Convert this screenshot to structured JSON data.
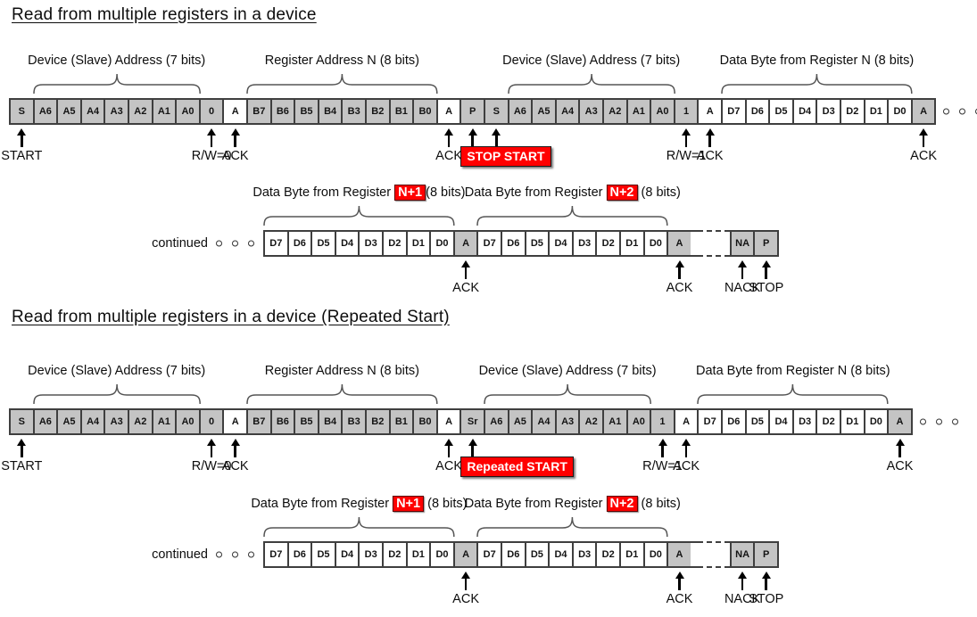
{
  "colors": {
    "cell_fill_gray": "#c4c4c4",
    "cell_fill_white": "#ffffff",
    "cell_border": "#3f3f3f",
    "red": "#ff0000",
    "red_text": "#ffffff",
    "brace": "#555555"
  },
  "sections": [
    {
      "title": "Read from multiple registers in a device",
      "main_row": {
        "cells": [
          {
            "t": "S",
            "f": "g"
          },
          {
            "t": "A6",
            "f": "g"
          },
          {
            "t": "A5",
            "f": "g"
          },
          {
            "t": "A4",
            "f": "g"
          },
          {
            "t": "A3",
            "f": "g"
          },
          {
            "t": "A2",
            "f": "g"
          },
          {
            "t": "A1",
            "f": "g"
          },
          {
            "t": "A0",
            "f": "g"
          },
          {
            "t": "0",
            "f": "g"
          },
          {
            "t": "A",
            "f": "w"
          },
          {
            "t": "B7",
            "f": "g"
          },
          {
            "t": "B6",
            "f": "g"
          },
          {
            "t": "B5",
            "f": "g"
          },
          {
            "t": "B4",
            "f": "g"
          },
          {
            "t": "B3",
            "f": "g"
          },
          {
            "t": "B2",
            "f": "g"
          },
          {
            "t": "B1",
            "f": "g"
          },
          {
            "t": "B0",
            "f": "g"
          },
          {
            "t": "A",
            "f": "w"
          },
          {
            "t": "P",
            "f": "g"
          },
          {
            "t": "S",
            "f": "g"
          },
          {
            "t": "A6",
            "f": "g"
          },
          {
            "t": "A5",
            "f": "g"
          },
          {
            "t": "A4",
            "f": "g"
          },
          {
            "t": "A3",
            "f": "g"
          },
          {
            "t": "A2",
            "f": "g"
          },
          {
            "t": "A1",
            "f": "g"
          },
          {
            "t": "A0",
            "f": "g"
          },
          {
            "t": "1",
            "f": "g"
          },
          {
            "t": "A",
            "f": "w"
          },
          {
            "t": "D7",
            "f": "w"
          },
          {
            "t": "D6",
            "f": "w"
          },
          {
            "t": "D5",
            "f": "w"
          },
          {
            "t": "D4",
            "f": "w"
          },
          {
            "t": "D3",
            "f": "w"
          },
          {
            "t": "D2",
            "f": "w"
          },
          {
            "t": "D1",
            "f": "w"
          },
          {
            "t": "D0",
            "f": "w"
          },
          {
            "t": "A",
            "f": "g"
          }
        ],
        "trailing_dots": "o o o",
        "groups": [
          {
            "text": "Device (Slave) Address (7 bits)",
            "from": 1,
            "to": 7
          },
          {
            "text": "Register Address N (8 bits)",
            "from": 10,
            "to": 17
          },
          {
            "text": "Device (Slave) Address (7 bits)",
            "from": 21,
            "to": 27
          },
          {
            "text": "Data Byte from Register N (8 bits)",
            "from": 30,
            "to": 37
          }
        ],
        "markers": [
          {
            "cell": 0,
            "label": "START"
          },
          {
            "cell": 8,
            "label": "R/W=0"
          },
          {
            "cell": 9,
            "label": "ACK"
          },
          {
            "cell": 18,
            "label": "ACK"
          },
          {
            "cell": 19,
            "label": ""
          },
          {
            "cell": 20,
            "label": ""
          },
          {
            "cell": 28,
            "label": "R/W=1"
          },
          {
            "cell": 29,
            "label": "ACK"
          },
          {
            "cell": 38,
            "label": "ACK"
          }
        ],
        "red_box": {
          "text": "STOP START",
          "at_cell": 19
        }
      },
      "continued_row": {
        "lead_label": "continued",
        "lead_dots": "o o o",
        "cells": [
          {
            "t": "D7",
            "f": "w"
          },
          {
            "t": "D6",
            "f": "w"
          },
          {
            "t": "D5",
            "f": "w"
          },
          {
            "t": "D4",
            "f": "w"
          },
          {
            "t": "D3",
            "f": "w"
          },
          {
            "t": "D2",
            "f": "w"
          },
          {
            "t": "D1",
            "f": "w"
          },
          {
            "t": "D0",
            "f": "w"
          },
          {
            "t": "A",
            "f": "g"
          },
          {
            "t": "D7",
            "f": "w"
          },
          {
            "t": "D6",
            "f": "w"
          },
          {
            "t": "D5",
            "f": "w"
          },
          {
            "t": "D4",
            "f": "w"
          },
          {
            "t": "D3",
            "f": "w"
          },
          {
            "t": "D2",
            "f": "w"
          },
          {
            "t": "D1",
            "f": "w"
          },
          {
            "t": "D0",
            "f": "w"
          },
          {
            "t": "A",
            "f": "g"
          }
        ],
        "groups": [
          {
            "prefix": "Data Byte from Register ",
            "chip": "N+1",
            "suffix": "(8 bits)",
            "from": 0,
            "to": 7
          },
          {
            "prefix": "Data Byte from Register ",
            "chip": "N+2",
            "suffix": " (8 bits)",
            "from": 9,
            "to": 16
          }
        ],
        "has_gap": true,
        "tail_cells": [
          {
            "t": "NA",
            "f": "g"
          },
          {
            "t": "P",
            "f": "g"
          }
        ],
        "markers": [
          {
            "cell": 8,
            "label": "ACK"
          },
          {
            "cell": 17,
            "label": "ACK"
          },
          {
            "tail": 0,
            "label": "NACK"
          },
          {
            "tail": 1,
            "label": "STOP"
          }
        ]
      }
    },
    {
      "title": "Read from multiple registers in a device (Repeated Start)",
      "main_row": {
        "cells": [
          {
            "t": "S",
            "f": "g"
          },
          {
            "t": "A6",
            "f": "g"
          },
          {
            "t": "A5",
            "f": "g"
          },
          {
            "t": "A4",
            "f": "g"
          },
          {
            "t": "A3",
            "f": "g"
          },
          {
            "t": "A2",
            "f": "g"
          },
          {
            "t": "A1",
            "f": "g"
          },
          {
            "t": "A0",
            "f": "g"
          },
          {
            "t": "0",
            "f": "g"
          },
          {
            "t": "A",
            "f": "w"
          },
          {
            "t": "B7",
            "f": "g"
          },
          {
            "t": "B6",
            "f": "g"
          },
          {
            "t": "B5",
            "f": "g"
          },
          {
            "t": "B4",
            "f": "g"
          },
          {
            "t": "B3",
            "f": "g"
          },
          {
            "t": "B2",
            "f": "g"
          },
          {
            "t": "B1",
            "f": "g"
          },
          {
            "t": "B0",
            "f": "g"
          },
          {
            "t": "A",
            "f": "w"
          },
          {
            "t": "Sr",
            "f": "g"
          },
          {
            "t": "A6",
            "f": "g"
          },
          {
            "t": "A5",
            "f": "g"
          },
          {
            "t": "A4",
            "f": "g"
          },
          {
            "t": "A3",
            "f": "g"
          },
          {
            "t": "A2",
            "f": "g"
          },
          {
            "t": "A1",
            "f": "g"
          },
          {
            "t": "A0",
            "f": "g"
          },
          {
            "t": "1",
            "f": "g"
          },
          {
            "t": "A",
            "f": "w"
          },
          {
            "t": "D7",
            "f": "w"
          },
          {
            "t": "D6",
            "f": "w"
          },
          {
            "t": "D5",
            "f": "w"
          },
          {
            "t": "D4",
            "f": "w"
          },
          {
            "t": "D3",
            "f": "w"
          },
          {
            "t": "D2",
            "f": "w"
          },
          {
            "t": "D1",
            "f": "w"
          },
          {
            "t": "D0",
            "f": "w"
          },
          {
            "t": "A",
            "f": "g"
          }
        ],
        "trailing_dots": "o o o",
        "groups": [
          {
            "text": "Device (Slave) Address (7 bits)",
            "from": 1,
            "to": 7
          },
          {
            "text": "Register Address N (8 bits)",
            "from": 10,
            "to": 17
          },
          {
            "text": "Device (Slave) Address (7 bits)",
            "from": 20,
            "to": 26
          },
          {
            "text": "Data Byte from Register N (8 bits)",
            "from": 29,
            "to": 36
          }
        ],
        "markers": [
          {
            "cell": 0,
            "label": "START"
          },
          {
            "cell": 8,
            "label": "R/W=0"
          },
          {
            "cell": 9,
            "label": "ACK"
          },
          {
            "cell": 18,
            "label": "ACK"
          },
          {
            "cell": 19,
            "label": ""
          },
          {
            "cell": 27,
            "label": "R/W=1"
          },
          {
            "cell": 28,
            "label": "ACK"
          },
          {
            "cell": 37,
            "label": "ACK"
          }
        ],
        "red_box": {
          "text": "Repeated START",
          "at_cell": 19
        }
      },
      "continued_row": {
        "lead_label": "continued",
        "lead_dots": "o o o",
        "cells": [
          {
            "t": "D7",
            "f": "w"
          },
          {
            "t": "D6",
            "f": "w"
          },
          {
            "t": "D5",
            "f": "w"
          },
          {
            "t": "D4",
            "f": "w"
          },
          {
            "t": "D3",
            "f": "w"
          },
          {
            "t": "D2",
            "f": "w"
          },
          {
            "t": "D1",
            "f": "w"
          },
          {
            "t": "D0",
            "f": "w"
          },
          {
            "t": "A",
            "f": "g"
          },
          {
            "t": "D7",
            "f": "w"
          },
          {
            "t": "D6",
            "f": "w"
          },
          {
            "t": "D5",
            "f": "w"
          },
          {
            "t": "D4",
            "f": "w"
          },
          {
            "t": "D3",
            "f": "w"
          },
          {
            "t": "D2",
            "f": "w"
          },
          {
            "t": "D1",
            "f": "w"
          },
          {
            "t": "D0",
            "f": "w"
          },
          {
            "t": "A",
            "f": "g"
          }
        ],
        "groups": [
          {
            "prefix": "Data Byte from Register ",
            "chip": "N+1",
            "suffix": " (8 bits)",
            "from": 0,
            "to": 7
          },
          {
            "prefix": "Data Byte from Register ",
            "chip": "N+2",
            "suffix": " (8 bits)",
            "from": 9,
            "to": 16
          }
        ],
        "has_gap": true,
        "tail_cells": [
          {
            "t": "NA",
            "f": "g"
          },
          {
            "t": "P",
            "f": "g"
          }
        ],
        "markers": [
          {
            "cell": 8,
            "label": "ACK"
          },
          {
            "cell": 17,
            "label": "ACK"
          },
          {
            "tail": 0,
            "label": "NACK"
          },
          {
            "tail": 1,
            "label": "STOP"
          }
        ]
      }
    }
  ]
}
